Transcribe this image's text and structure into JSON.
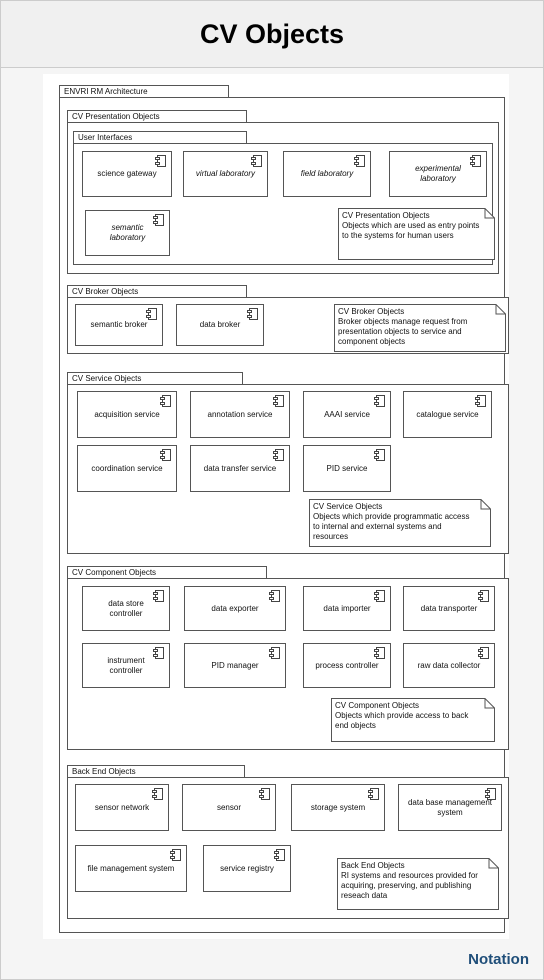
{
  "header": {
    "title": "CV Objects"
  },
  "footer": {
    "notation": "Notation"
  },
  "diagram": {
    "root_title": "ENVRI RM Architecture",
    "presentation": {
      "title": "CV Presentation Objects",
      "ui_title": "User Interfaces",
      "components": [
        "science gateway",
        "virtual laboratory",
        "field laboratory",
        "experimental laboratory",
        "semantic laboratory"
      ],
      "note": {
        "title": "CV Presentation Objects",
        "text": "Objects which are used as entry points to the systems for human users"
      }
    },
    "broker": {
      "title": "CV Broker Objects",
      "components": [
        "semantic broker",
        "data broker"
      ],
      "note": {
        "title": "CV Broker Objects",
        "text": "Broker objects manage request from presentation objects to service and component objects"
      }
    },
    "service": {
      "title": "CV Service Objects",
      "components": [
        "acquisition service",
        "annotation service",
        "AAAI service",
        "catalogue service",
        "coordination service",
        "data transfer service",
        "PID service"
      ],
      "note": {
        "title": "CV Service Objects",
        "text": "Objects which provide programmatic access to internal and external systems and resources"
      }
    },
    "component": {
      "title": "CV Component Objects",
      "components": [
        "data store controller",
        "data exporter",
        "data importer",
        "data transporter",
        "instrument controller",
        "PID manager",
        "process controller",
        "raw data collector"
      ],
      "note": {
        "title": "CV Component Objects",
        "text": "Objects which provide access to back end objects"
      }
    },
    "backend": {
      "title": "Back End Objects",
      "components": [
        "sensor network",
        "sensor",
        "storage system",
        "data base management system",
        "file management system",
        "service registry"
      ],
      "note": {
        "title": "Back End Objects",
        "text": "RI systems and resources provided for acquiring, preserving, and publishing reseach data"
      }
    }
  }
}
